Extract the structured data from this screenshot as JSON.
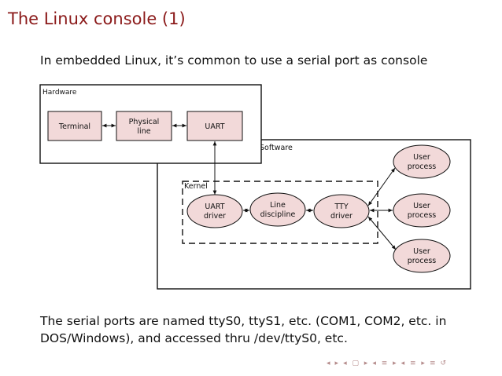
{
  "slide": {
    "title": "The Linux console (1)",
    "intro": "In embedded Linux, it’s common to use a serial port as console",
    "outro": "The serial ports are named ttyS0, ttyS1, etc. (COM1, COM2, etc. in DOS/Windows), and accessed thru /dev/ttyS0, etc."
  },
  "diagram": {
    "hardware_label": "Hardware",
    "software_label": "Software",
    "kernel_label": "Kernel",
    "terminal": "Terminal",
    "physical_line_1": "Physical",
    "physical_line_2": "line",
    "uart": "UART",
    "uart_driver_1": "UART",
    "uart_driver_2": "driver",
    "line_discipline_1": "Line",
    "line_discipline_2": "discipline",
    "tty_driver_1": "TTY",
    "tty_driver_2": "driver",
    "user_process_1": "User",
    "user_process_2": "process",
    "colors": {
      "node_fill": "#f2d9d9",
      "title": "#8b1a1a"
    }
  },
  "nav": {
    "icons": [
      "nav-left-icon",
      "nav-right-icon",
      "frame-icon",
      "section-icon",
      "subsection-icon",
      "menu-icon",
      "search-icon"
    ],
    "glyphs": [
      "◂",
      "▸",
      "◂ ▢ ▸",
      "◂ ≡ ▸",
      "◂ ≡ ▸",
      "≡",
      "↺"
    ]
  }
}
